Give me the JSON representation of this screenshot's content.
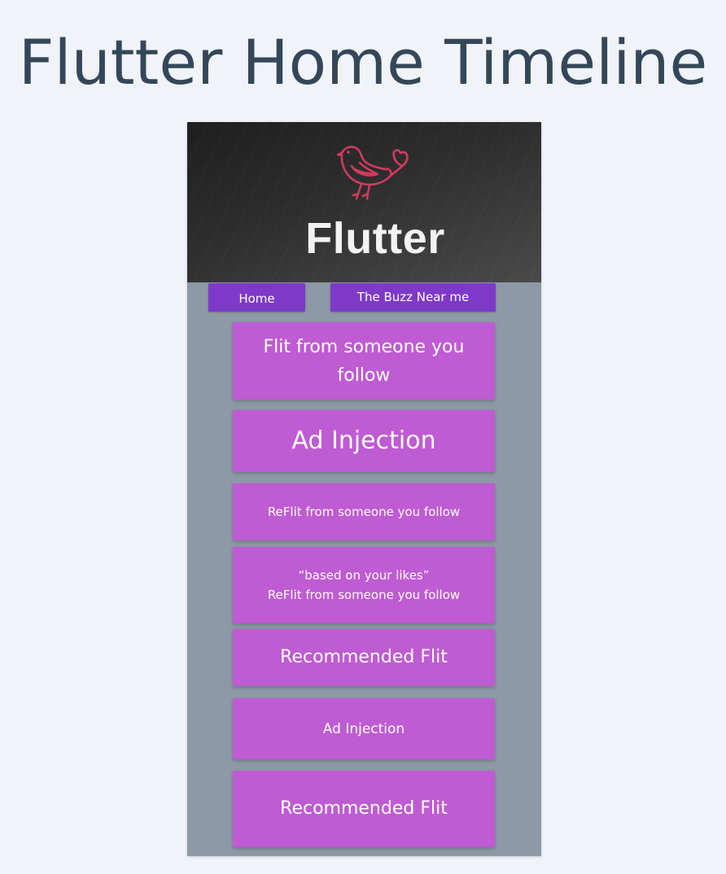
{
  "page": {
    "title": "Flutter Home Timeline"
  },
  "banner": {
    "logo_icon": "bird-heart-icon",
    "brand": "Flutter",
    "colors": {
      "background": "#2b2b2b",
      "logo_stroke": "#d23a5c",
      "brand_text": "#f2f2f2"
    }
  },
  "nav": {
    "home_label": "Home",
    "buzz_label": "The Buzz Near me",
    "color": "#7d3ac8"
  },
  "feed": {
    "card_color": "#bf5bd3",
    "phone_background": "#8d99a6",
    "items": [
      {
        "text": "Flit from someone you follow"
      },
      {
        "text": "Ad Injection"
      },
      {
        "text": "ReFlit from someone you follow"
      },
      {
        "line1": "“based on your likes”",
        "line2": "ReFlit from someone you follow"
      },
      {
        "text": "Recommended Flit"
      },
      {
        "text": "Ad Injection"
      },
      {
        "text": "Recommended Flit"
      }
    ]
  }
}
